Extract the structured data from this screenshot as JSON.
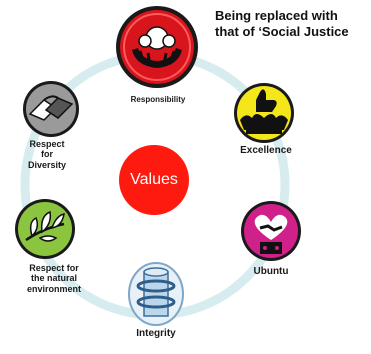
{
  "colors": {
    "ring": "#d6ecef",
    "center": "#ff1a10",
    "responsibility": "#d8141c",
    "excellence": "#f3e61a",
    "ubuntu": "#d0218b",
    "integrity": "#9ec5e0",
    "environment": "#8bc53f",
    "diversity": "#9a9a9a"
  },
  "note": {
    "line1": "Being replaced with",
    "line2": "that of ‘Social Justice"
  },
  "center_label": "Values",
  "values": [
    {
      "key": "responsibility",
      "label": "Responsibility",
      "icon": "hands-holding-people-icon"
    },
    {
      "key": "excellence",
      "label": "Excellence",
      "icon": "thumbs-up-crown-icon"
    },
    {
      "key": "ubuntu",
      "label": "Ubuntu",
      "icon": "heart-handshake-icon"
    },
    {
      "key": "integrity",
      "label": "Integrity",
      "icon": "cylinder-rings-icon"
    },
    {
      "key": "environment",
      "label_lines": [
        "Respect for",
        "the natural",
        "environment"
      ],
      "icon": "leaves-icon"
    },
    {
      "key": "diversity",
      "label_lines": [
        "Respect",
        "for",
        "Diversity"
      ],
      "icon": "joined-hands-icon"
    }
  ]
}
